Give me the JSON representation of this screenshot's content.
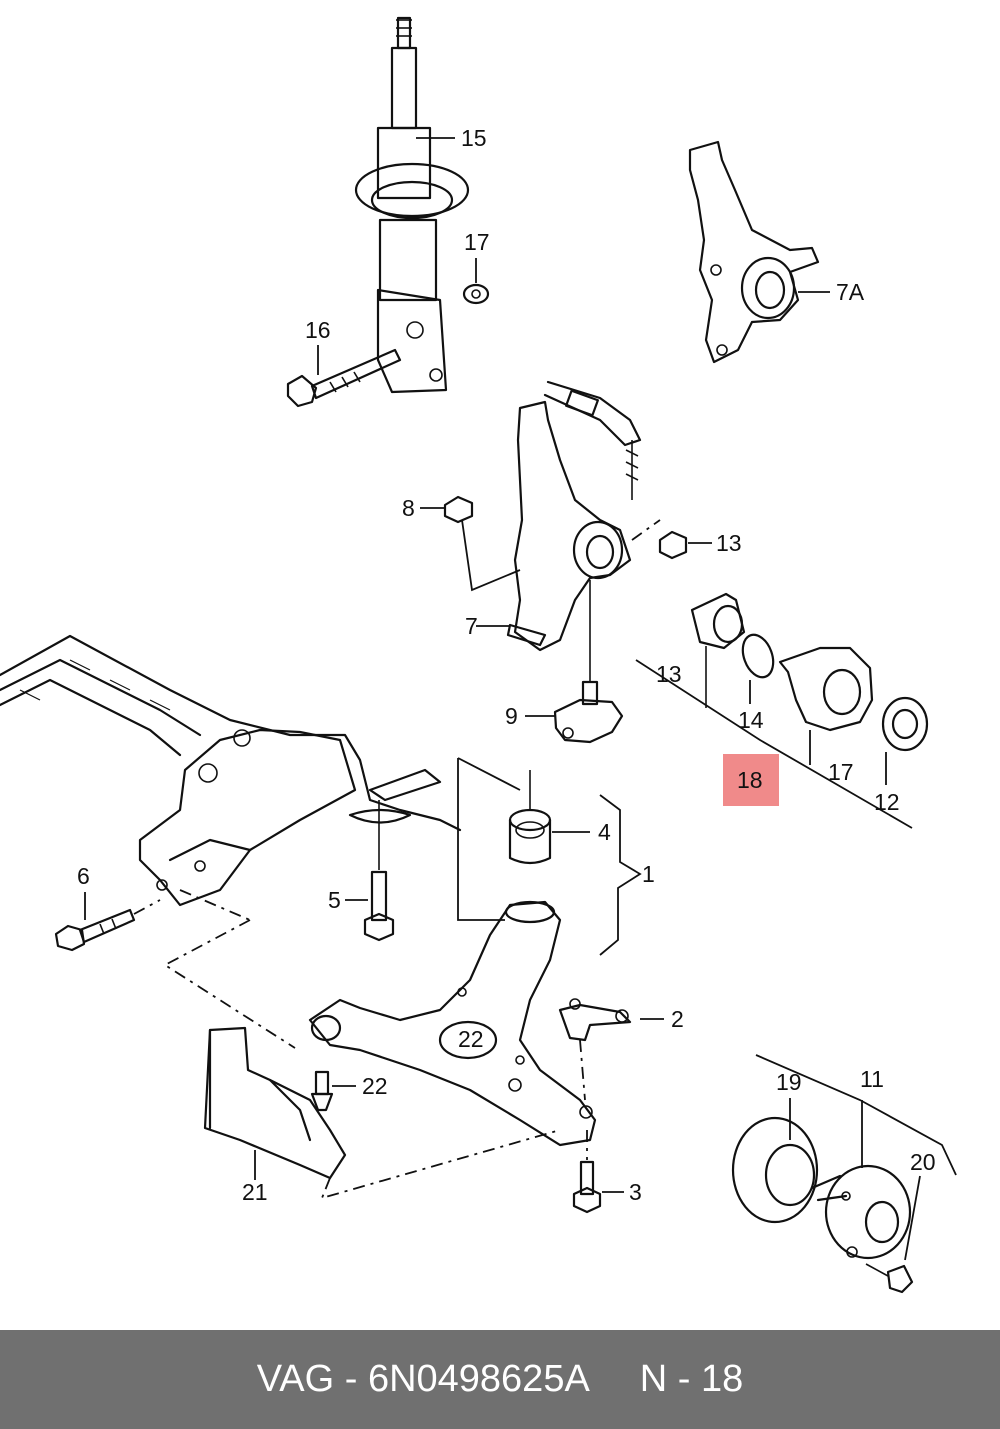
{
  "diagram": {
    "labels": {
      "p15": "15",
      "p17a": "17",
      "p16": "16",
      "p7A": "7A",
      "p8": "8",
      "p13a": "13",
      "p7": "7",
      "p9": "9",
      "p13b": "13",
      "p14": "14",
      "p17b": "17",
      "p12": "12",
      "p18": "18",
      "p4": "4",
      "p1": "1",
      "p6": "6",
      "p5": "5",
      "p2": "2",
      "p22a": "22",
      "p22b": "22",
      "p21": "21",
      "p3": "3",
      "p19": "19",
      "p11": "11",
      "p20": "20"
    },
    "highlight_color": "#f08a8a"
  },
  "footer": {
    "brand": "VAG",
    "separator": "-",
    "part_number": "6N0498625A",
    "ref": "N - 18"
  }
}
